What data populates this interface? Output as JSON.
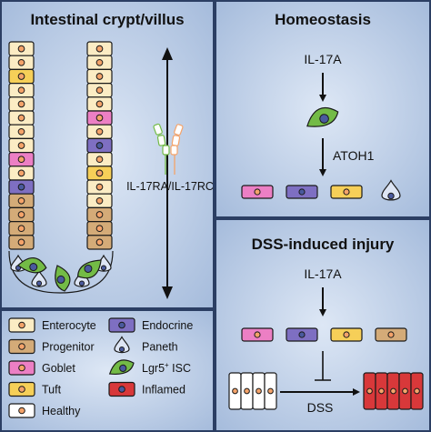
{
  "panels": {
    "crypt": {
      "title": "Intestinal crypt/villus",
      "receptor_label": "IL-17RA/IL-17RC"
    },
    "homeostasis": {
      "title": "Homeostasis",
      "cytokine": "IL-17A",
      "factor": "ATOH1"
    },
    "injury": {
      "title": "DSS-induced injury",
      "cytokine": "IL-17A",
      "agent": "DSS"
    }
  },
  "legend": [
    {
      "id": "enterocyte",
      "label": "Enterocyte",
      "color": "#fbecc4",
      "shape": "rect"
    },
    {
      "id": "endocrine",
      "label": "Endocrine",
      "color": "#7e6fc2",
      "shape": "rect"
    },
    {
      "id": "progenitor",
      "label": "Progenitor",
      "color": "#d4ab78",
      "shape": "rect"
    },
    {
      "id": "paneth",
      "label": "Paneth",
      "color": "#dde5f4",
      "shape": "drop"
    },
    {
      "id": "goblet",
      "label": "Goblet",
      "color": "#ec7fc4",
      "shape": "rect"
    },
    {
      "id": "lgr5",
      "label": "Lgr5",
      "superscript": "+",
      "suffix": " ISC",
      "color": "#73bb46",
      "shape": "leaf"
    },
    {
      "id": "tuft",
      "label": "Tuft",
      "color": "#f6cf58",
      "shape": "rect"
    },
    {
      "id": "healthy",
      "label": "Healthy",
      "color": "#ffffff",
      "shape": "rect"
    },
    {
      "id": "inflamed",
      "label": "Inflamed",
      "color": "#d8383a",
      "shape": "rect"
    }
  ],
  "colors": {
    "background": "#b5c8e3",
    "divider": "#2b3e63",
    "nucleus_fill": "#f4a36a",
    "nucleus_dark": "#4a5a9e"
  },
  "icons": [
    "double-arrow-icon",
    "arrow-icon",
    "inhibition-icon",
    "receptor-icon"
  ]
}
